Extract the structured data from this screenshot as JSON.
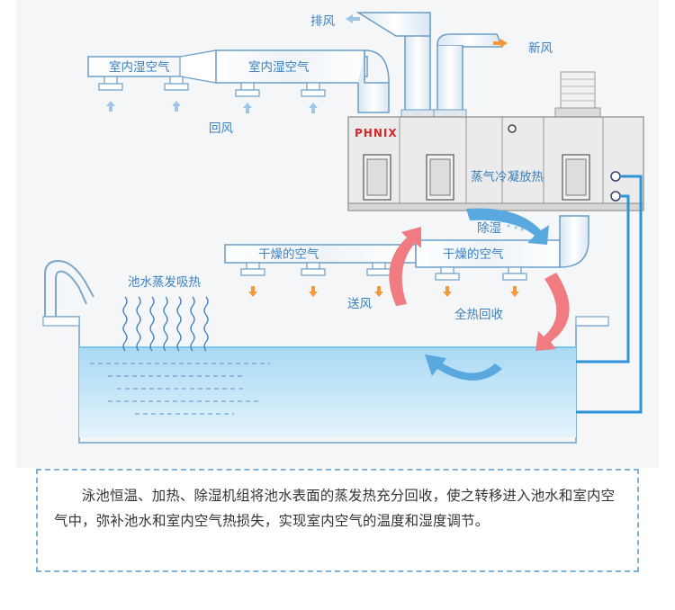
{
  "diagram": {
    "brand": "PHNIX",
    "labels": {
      "exhaust": "排风",
      "fresh_air": "新风",
      "indoor_humid_air_1": "室内湿空气",
      "indoor_humid_air_2": "室内湿空气",
      "return_air": "回风",
      "steam_condense": "蒸气冷凝放热",
      "dehumidify": "除湿",
      "dry_air_1": "干燥的空气",
      "dry_air_2": "干燥的空气",
      "pool_evaporation": "池水蒸发吸热",
      "supply_air": "送风",
      "heat_recovery": "全热回收"
    },
    "colors": {
      "duct_stroke": "#6a9ec8",
      "duct_fill": "#ffffff",
      "arrow_red": "#f07c82",
      "arrow_blue": "#5aa8e0",
      "water": "#bfe3f7",
      "unit_gray": "#e9e9e9"
    }
  },
  "caption": {
    "text": "泳池恒温、加热、除湿机组将池水表面的蒸发热充分回收，使之转移进入池水和室内空气中，弥补池水和室内空气热损失，实现室内空气的温度和湿度调节。"
  }
}
